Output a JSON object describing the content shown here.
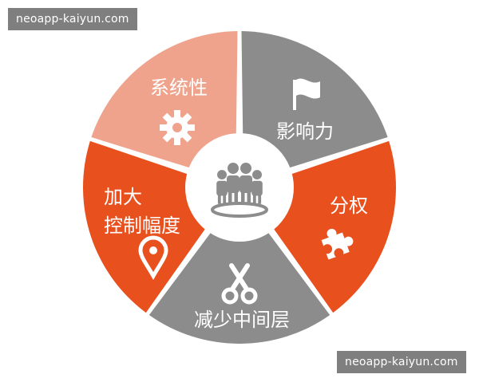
{
  "watermark": {
    "top": "neoapp-kaiyun.com",
    "bottom": "neoapp-kaiyun.com"
  },
  "diagram": {
    "center_icon": "people-group-icon",
    "segments": [
      {
        "id": "influence",
        "label_lines": [
          "影响力"
        ],
        "icon": "flag-icon",
        "color": "#8c8c8c"
      },
      {
        "id": "decentralize",
        "label_lines": [
          "分权"
        ],
        "icon": "puzzle-icon",
        "color": "#e8501e"
      },
      {
        "id": "fewer-middle-layers",
        "label_lines": [
          "减少中间层"
        ],
        "icon": "scissors-icon",
        "color": "#8c8c8c"
      },
      {
        "id": "greater-control",
        "label_lines": [
          "加大",
          "控制幅度"
        ],
        "icon": "map-pin-icon",
        "color": "#e8501e"
      },
      {
        "id": "systematic",
        "label_lines": [
          "系统性"
        ],
        "icon": "gear-icon",
        "color": "#f0a38c"
      }
    ]
  }
}
